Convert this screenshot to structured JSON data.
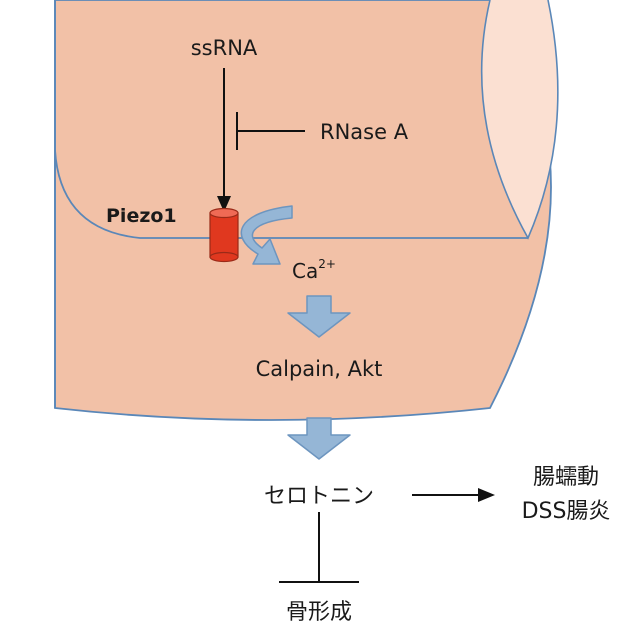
{
  "labels": {
    "ssrna": "ssRNA",
    "rnase": "RNase A",
    "piezo": "Piezo1",
    "ca": "Ca",
    "ca_sup": "2+",
    "calpain": "Calpain, Akt",
    "serotonin": "セロトニン",
    "motility": "腸蠕動",
    "dss": "DSS腸炎",
    "bone": "骨形成"
  },
  "colors": {
    "tube_fill": "#f2c1a7",
    "tube_stroke": "#5a87b8",
    "arrow_fill": "#95b6d6",
    "arrow_stroke": "#6d95bf",
    "piezo_red": "#e0381f"
  }
}
